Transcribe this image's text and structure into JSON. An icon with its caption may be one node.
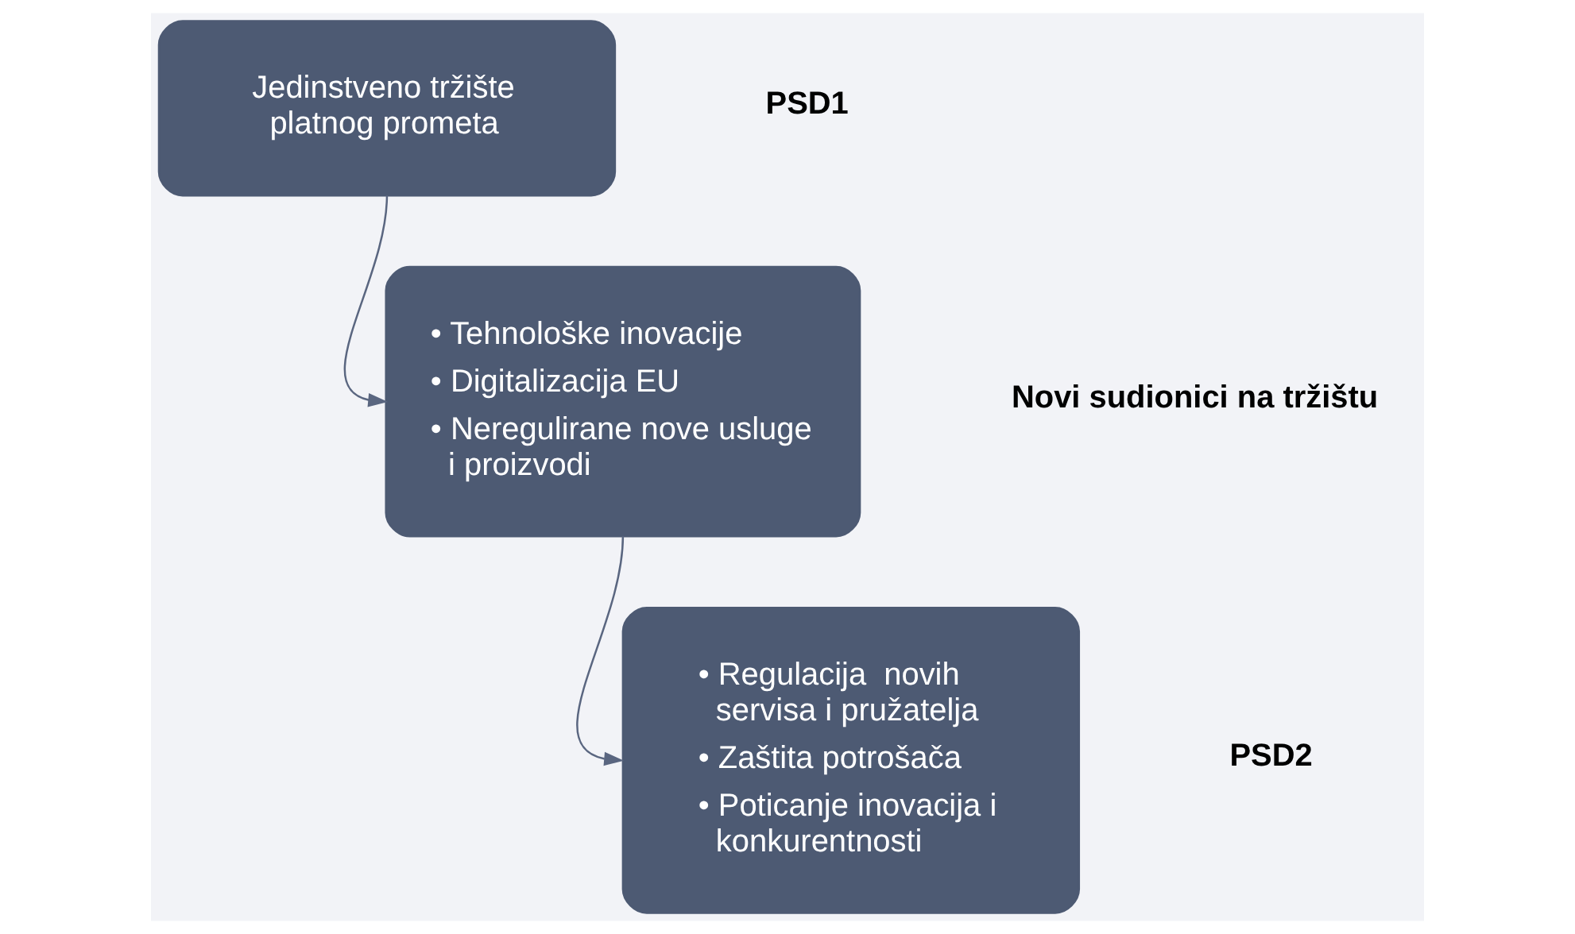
{
  "diagram": {
    "nodes": [
      {
        "text": [
          "Jedinstveno tržište platnog prometa"
        ]
      },
      {
        "text": [
          "• Tehnološke inovacije",
          "• Digitalizacija EU",
          "• Neregulirane nove usluge i proizvodi"
        ]
      },
      {
        "text": [
          "• Regulacija  novih servisa i pružatelja",
          "• Zaštita potrošača",
          "• Poticanje inovacija i konkurentnosti"
        ]
      }
    ],
    "edges": [
      {
        "from": 0,
        "to": 1,
        "arrow": "to"
      },
      {
        "from": 1,
        "to": 2,
        "arrow": "to"
      }
    ],
    "labels": [
      "PSD1",
      "Novi sudionici na tržištu",
      "PSD2"
    ]
  }
}
